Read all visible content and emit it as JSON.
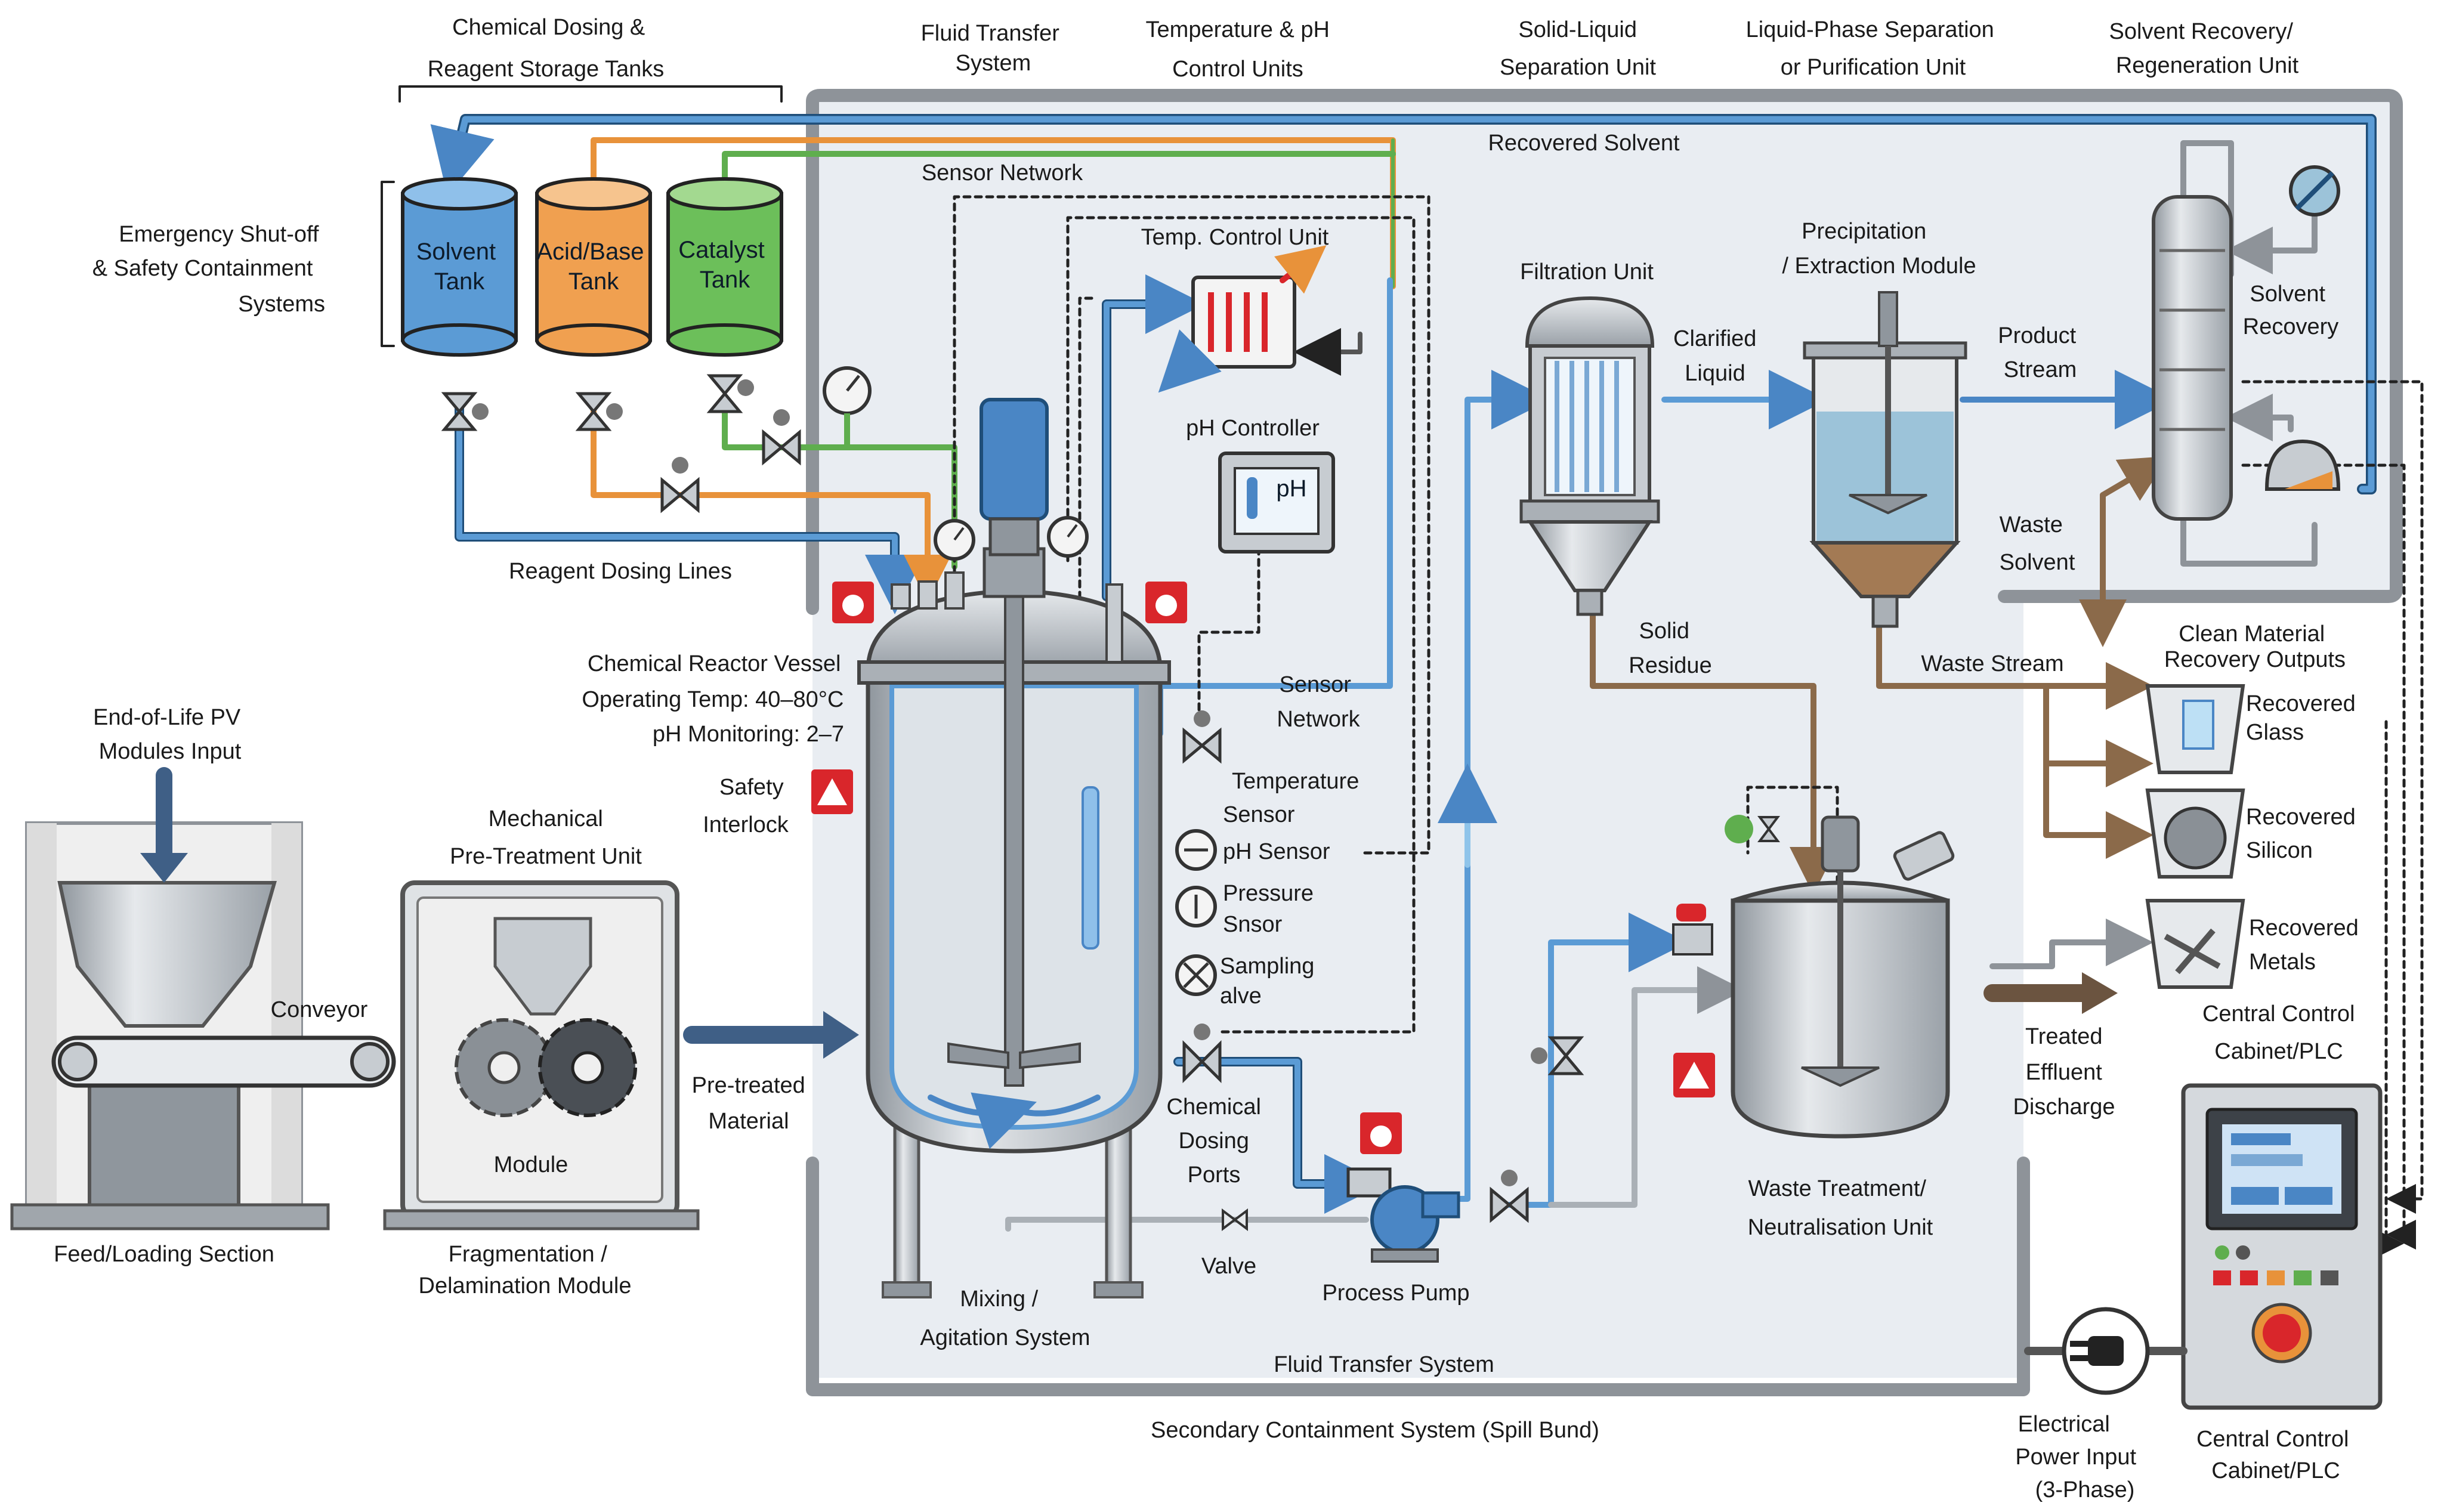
{
  "colors": {
    "solvent": "#5b9bd5",
    "acid": "#f0a050",
    "catalyst": "#6cbf5a",
    "pipe_blue": "#4a86c5",
    "pipe_orange": "#e8923a",
    "pipe_green": "#5fae4e",
    "pipe_brown": "#8b6a4a",
    "containment": "#8e9399",
    "steel": "#b9bec4",
    "alarm_red": "#d9262b"
  },
  "labels": {
    "chemical_dosing_tanks": [
      "Chemical Dosing &",
      "Reagent Storage Tanks"
    ],
    "fluid_transfer_top": [
      "Fluid Transfer",
      "System"
    ],
    "temp_ph_units": [
      "Temperature & pH",
      "Control Units"
    ],
    "solid_liquid_unit": [
      "Solid-Liquid",
      "Separation Unit"
    ],
    "liquid_phase_unit": [
      "Liquid-Phase Separation",
      "or Purification Unit"
    ],
    "solvent_recovery_unit": [
      "Solvent Recovery/",
      "Regeneration Unit"
    ],
    "emergency": [
      "Emergency Shut-off",
      "& Safety Containment",
      "Systems"
    ],
    "recovered_solvent": "Recovered Solvent",
    "sensor_network_top": "Sensor Network",
    "temp_control_unit": "Temp. Control Unit",
    "ph_controller": "pH Controller",
    "ph_display": "pH",
    "reagent_dosing_lines": "Reagent Dosing Lines",
    "reactor_vessel": [
      "Chemical Reactor Vessel",
      "Operating Temp: 40–80°C",
      "pH Monitoring: 2–7"
    ],
    "sensor_network_side": [
      "Sensor",
      "Network"
    ],
    "safety_interlock": [
      "Safety",
      "Interlock"
    ],
    "temperature_sensor": [
      "Temperature",
      "Sensor"
    ],
    "ph_sensor": "pH Sensor",
    "pressure_sensor": [
      "Pressure",
      "Snsor"
    ],
    "sampling_valve": [
      "Sampling",
      "alve"
    ],
    "chemical_dosing_ports": [
      "Chemical",
      "Dosing",
      "Ports"
    ],
    "valve": "Valve",
    "process_pump": "Process Pump",
    "mixing": [
      "Mixing /",
      "Agitation System"
    ],
    "fluid_transfer_bottom": "Fluid Transfer System",
    "secondary_containment": "Secondary Containment System (Spill Bund)",
    "end_of_life": [
      "End-of-Life PV",
      "Modules Input"
    ],
    "conveyor": "Conveyor",
    "feed_loading": "Feed/Loading Section",
    "mechanical_pretreatment": [
      "Mechanical",
      "Pre-Treatment Unit"
    ],
    "module": "Module",
    "fragmentation": [
      "Fragmentation /",
      "Delamination Module"
    ],
    "pretreated": [
      "Pre-treated",
      "Material"
    ],
    "filtration_unit": "Filtration Unit",
    "clarified_liquid": [
      "Clarified",
      "Liquid"
    ],
    "precipitation": [
      "Precipitation",
      "/ Extraction Module"
    ],
    "product_stream": [
      "Product",
      "Stream"
    ],
    "solvent_recovery": [
      "Solvent",
      "Recovery"
    ],
    "waste_solvent": [
      "Waste",
      "Solvent"
    ],
    "solid_residue": [
      "Solid",
      "Residue"
    ],
    "waste_stream": "Waste Stream",
    "clean_outputs": [
      "Clean Material",
      "Recovery Outputs"
    ],
    "recovered_glass": [
      "Recovered",
      "Glass"
    ],
    "recovered_silicon": [
      "Recovered",
      "Silicon"
    ],
    "recovered_metals": [
      "Recovered",
      "Metals"
    ],
    "treated_effluent": [
      "Treated",
      "Effluent",
      "Discharge"
    ],
    "waste_treatment": [
      "Waste Treatment/",
      "Neutralisation Unit"
    ],
    "central_control_top": [
      "Central Control",
      "Cabinet/PLC"
    ],
    "central_control_bottom": [
      "Central Control",
      "Cabinet/PLC"
    ],
    "electrical_power": [
      "Electrical",
      "Power Input",
      "(3-Phase)"
    ]
  },
  "tanks": [
    {
      "name": "solvent",
      "label": [
        "Solvent",
        "Tank"
      ]
    },
    {
      "name": "acid-base",
      "label": [
        "Acid/Base",
        "Tank"
      ]
    },
    {
      "name": "catalyst",
      "label": [
        "Catalyst",
        "Tank"
      ]
    }
  ],
  "icons": [
    "emergency-stop-icon",
    "safety-interlock-icon",
    "pressure-gauge-icon",
    "motor-icon",
    "heat-exchanger-icon",
    "ph-probe-icon",
    "gear-icon",
    "power-plug-icon",
    "valve-icon",
    "pump-icon"
  ]
}
